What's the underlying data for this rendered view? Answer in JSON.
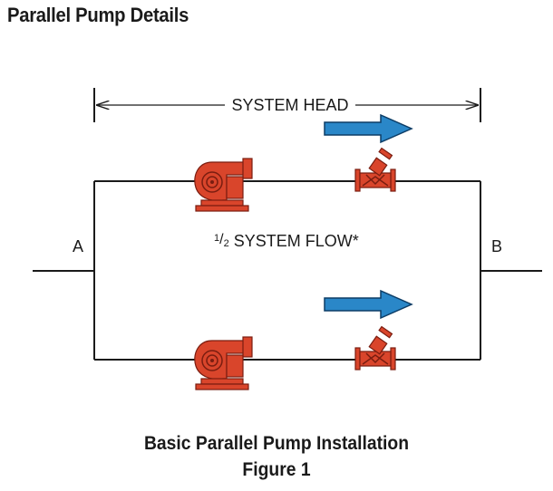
{
  "page_title": "Parallel Pump Details",
  "diagram": {
    "system_head_label": "SYSTEM HEAD",
    "flow_label_numerator": "1",
    "flow_label_denominator": "2",
    "flow_label_text": " SYSTEM FLOW*",
    "point_a_label": "A",
    "point_b_label": "B",
    "pump_icon": "centrifugal-pump-icon",
    "valve_icon": "check-valve-icon",
    "arrow_icon": "flow-direction-arrow-icon",
    "colors": {
      "pipe": "#1a1a1a",
      "pump": "#d9452b",
      "pump_dark": "#7a1d10",
      "arrow": "#2a87c8",
      "arrow_outline": "#0d3d66"
    }
  },
  "caption": {
    "line1": "Basic Parallel Pump Installation",
    "line2": "Figure 1"
  }
}
